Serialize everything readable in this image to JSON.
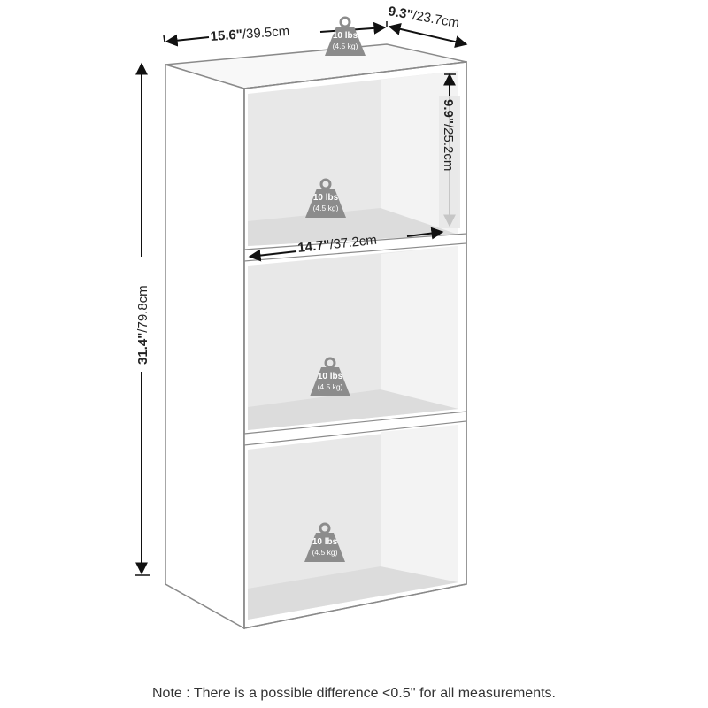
{
  "dimensions": {
    "width": {
      "inches": "15.6\"",
      "cm": "/39.5cm"
    },
    "depth": {
      "inches": "9.3\"",
      "cm": "/23.7cm"
    },
    "height": {
      "inches": "31.4\"",
      "cm": "/79.8cm"
    },
    "shelf_height": {
      "inches": "9.9\"",
      "cm": "/25.2cm"
    },
    "shelf_width": {
      "inches": "14.7\"",
      "cm": "/37.2cm"
    }
  },
  "weight_badges": [
    {
      "location": "top",
      "line1": "10 lbs",
      "line2": "(4.5 kg)"
    },
    {
      "location": "shelf-1",
      "line1": "10 lbs",
      "line2": "(4.5 kg)"
    },
    {
      "location": "shelf-2",
      "line1": "10 lbs",
      "line2": "(4.5 kg)"
    },
    {
      "location": "shelf-3",
      "line1": "10 lbs",
      "line2": "(4.5 kg)"
    }
  ],
  "note": "Note : There is a possible difference <0.5'' for all measurements.",
  "colors": {
    "panel_face": "#ffffff",
    "panel_edge": "#8a8a8a",
    "interior_back": "#e6e6e6",
    "shelf_top": "#dcdcdc",
    "weight_badge": "#8c8c8c",
    "dimension_ink": "#111111"
  }
}
